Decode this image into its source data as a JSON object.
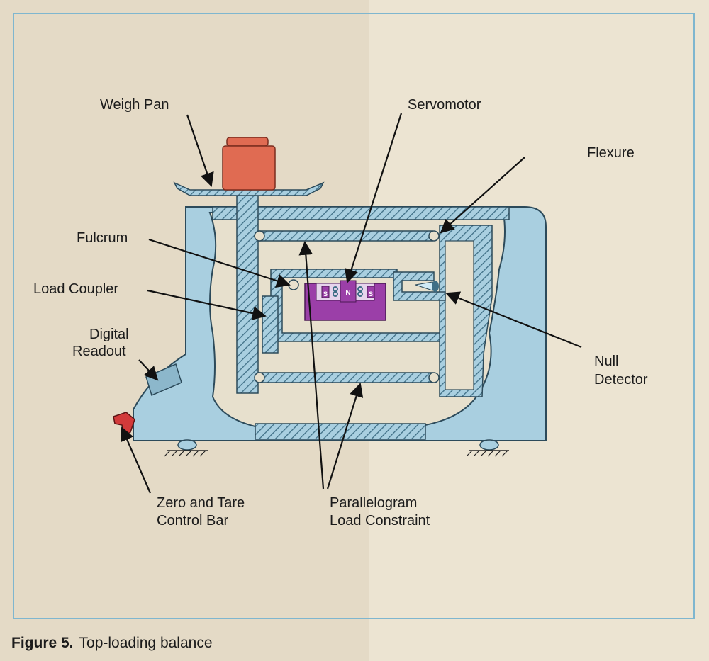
{
  "caption": {
    "label": "Figure 5.",
    "text": "Top-loading balance"
  },
  "magnet_letters": [
    "S",
    "N",
    "S"
  ],
  "callouts": {
    "weigh_pan": "Weigh Pan",
    "servomotor": "Servomotor",
    "flexure": "Flexure",
    "fulcrum": "Fulcrum",
    "load_coupler": "Load Coupler",
    "digital_readout": [
      "Digital",
      "Readout"
    ],
    "null_detector": [
      "Null",
      "Detector"
    ],
    "zero_tare": [
      "Zero and Tare",
      "Control Bar"
    ],
    "parallelogram": [
      "Parallelogram",
      "Load Constraint"
    ]
  },
  "colors": {
    "housing": "#a9cfe0",
    "hatch": "#3f6f86",
    "weight": "#e06b52",
    "magnet": "#9b3fa8",
    "control_bar": "#d23a3a",
    "frame": "#7fb6cf"
  }
}
